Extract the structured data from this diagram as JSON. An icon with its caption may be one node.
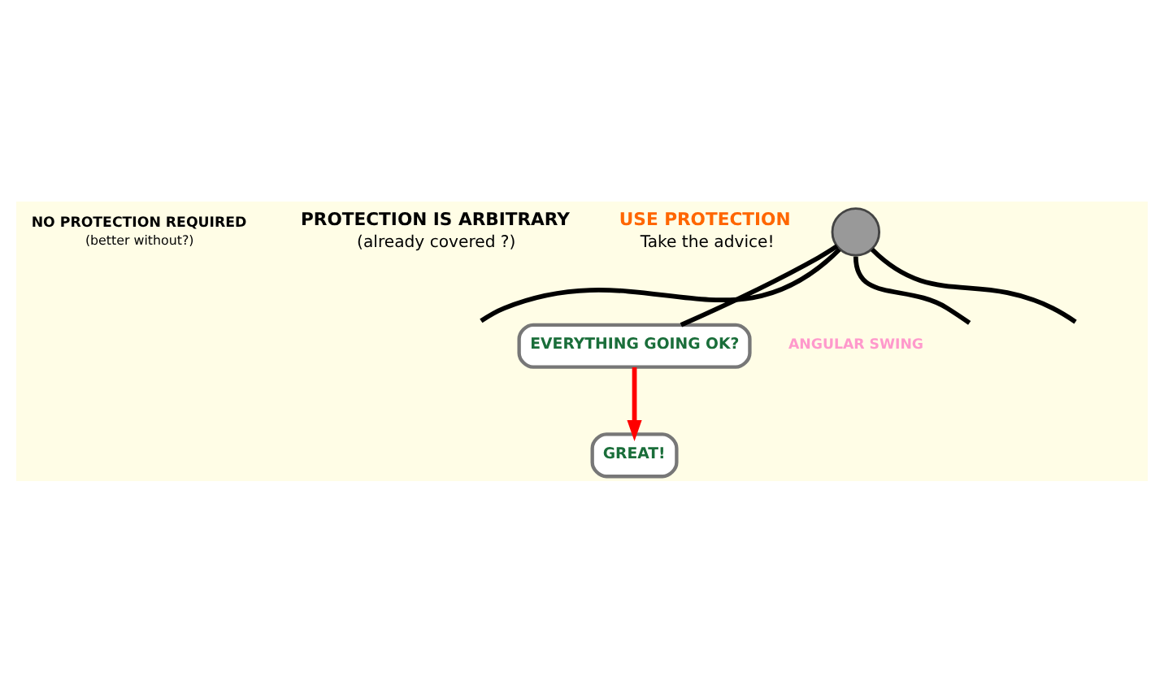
{
  "diagram": {
    "nodes": [
      {
        "text": [
          "NO PROTECTION REQUIRED",
          "(better without?)"
        ]
      },
      {
        "text": [
          "PROTECTION IS ARBITRARY",
          "(already covered ?)"
        ]
      },
      {
        "text": [
          "USE PROTECTION",
          "Take the advice!"
        ]
      },
      {
        "text": [
          "EVERYTHING GOING OK?"
        ]
      },
      {
        "text": [
          "GREAT!"
        ]
      },
      {
        "text": [],
        "shape": "circle"
      }
    ],
    "edges": [
      {
        "from": 5,
        "to": null,
        "arrow": "none"
      },
      {
        "from": 5,
        "to": null,
        "arrow": "none"
      },
      {
        "from": 5,
        "to": null,
        "arrow": "none"
      },
      {
        "from": 5,
        "to": 3,
        "arrow": "none"
      },
      {
        "from": 3,
        "to": 4,
        "arrow": "to",
        "color": "#ff0000"
      }
    ],
    "labels": [
      "ANGULAR SWING"
    ]
  }
}
